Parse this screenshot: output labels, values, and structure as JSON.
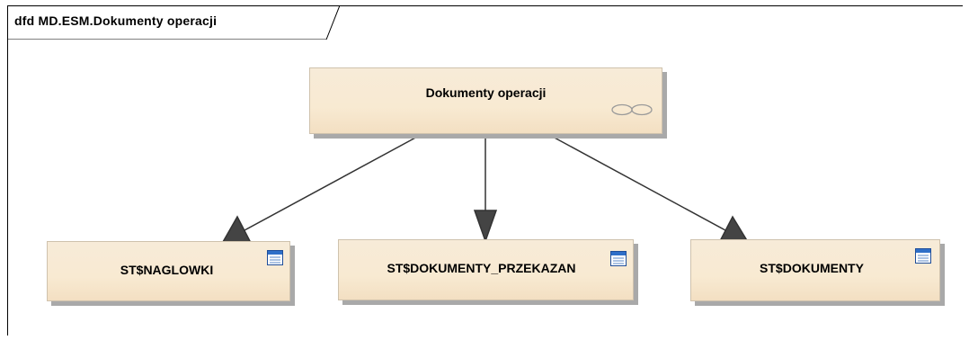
{
  "diagram": {
    "frame_title": "dfd MD.ESM.Dokumenty operacji",
    "process": {
      "label": "Dokumenty operacji",
      "icon": "process-link-icon"
    },
    "stores": [
      {
        "id": "naglowki",
        "label": "ST$NAGLOWKI",
        "icon": "table-icon"
      },
      {
        "id": "dokumenty-przekazan",
        "label": "ST$DOKUMENTY_PRZEKAZAN",
        "icon": "table-icon"
      },
      {
        "id": "dokumenty",
        "label": "ST$DOKUMENTY",
        "icon": "table-icon"
      }
    ],
    "edges": [
      {
        "from": "Dokumenty operacji",
        "to": "ST$NAGLOWKI"
      },
      {
        "from": "Dokumenty operacji",
        "to": "ST$DOKUMENTY_PRZEKAZAN"
      },
      {
        "from": "Dokumenty operacji",
        "to": "ST$DOKUMENTY"
      }
    ],
    "colors": {
      "node_fill": "#f8ead2",
      "node_border": "#cfc2ad",
      "shadow": "#a9a9a9",
      "edge": "#333333"
    }
  }
}
